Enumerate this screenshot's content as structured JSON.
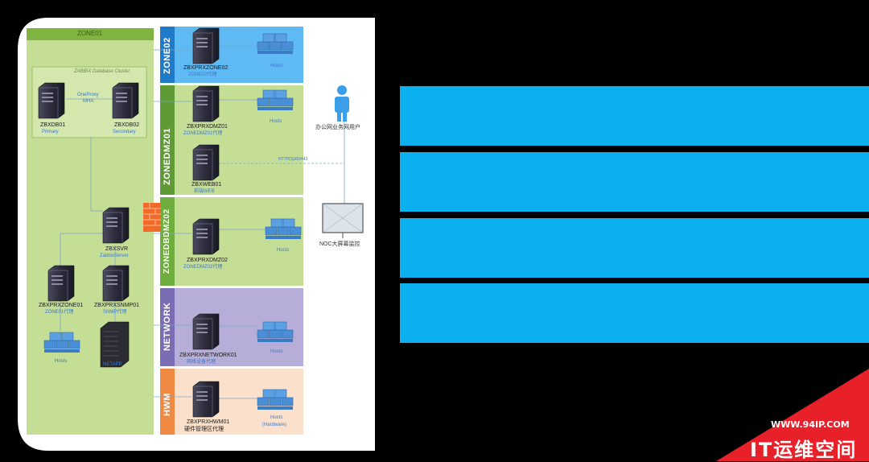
{
  "zones": {
    "zone01": "ZONE01",
    "zone02": "ZONE02",
    "zonedmz01": "ZONEDMZ01",
    "zonedbdmz02": "ZONEDBDMZ02",
    "network": "NETWORK",
    "hwm": "HWM"
  },
  "cluster": {
    "title": "ZABBIX Database Cluster",
    "link_line1": "OneProxy",
    "link_line2": "MHA"
  },
  "servers": {
    "zbxdb01": {
      "name": "ZBXDB01",
      "sub": "Primary"
    },
    "zbxdb02": {
      "name": "ZBXDB02",
      "sub": "Secondary"
    },
    "zbxsvr": {
      "name": "ZBXSVR",
      "sub": "ZabbixServer"
    },
    "zbxprxzone01": {
      "name": "ZBXPRXZONE01",
      "sub": "ZONE01代理"
    },
    "zbxprxsnmp01": {
      "name": "ZBXPRXSNMP01",
      "sub": "SNMP代理"
    },
    "zbxprxzone02": {
      "name": "ZBXPRXZONE02",
      "sub": "ZONE02代理"
    },
    "zbxprxdmz01": {
      "name": "ZBXPRXDMZ01",
      "sub": "ZONEDMZ01代理"
    },
    "zbxweb01": {
      "name": "ZBXWEB01",
      "sub": "前端WEB"
    },
    "zbxprxdmz02": {
      "name": "ZBXPRXDMZ02",
      "sub": "ZONEDMZ02代理"
    },
    "zbxprxnetwork01": {
      "name": "ZBXPRXNETWORK01",
      "sub": "网络设备代理"
    },
    "zbxprxhwm01": {
      "name": "ZBXPRXHWM01",
      "sub": "硬件管理区代理"
    }
  },
  "hosts": {
    "zone01": "Hosts",
    "zone02": "Hosts",
    "dmz01": "Hosts",
    "dmz02": "Hosts",
    "network": "Hosts",
    "hwm": "Hosts",
    "hwm_sub": "(Hardware)"
  },
  "netapp": "NETAPP",
  "office_user": "办公网业务网用户",
  "noc": "NOC大屏幕监控",
  "web_link": "HTTP(S)/80/443",
  "colors": {
    "zone01_bg": "#c5de96",
    "zone02_bg": "#5fb9f3",
    "dmz01_bg": "#c5de96",
    "dmz02_bg": "#c5de96",
    "network_bg": "#b6aed8",
    "hwm_bg": "#fbe1cc",
    "panel": "#0bb0ee"
  },
  "watermark": {
    "url": "WWW.94IP.COM",
    "brand": "IT运维空间"
  }
}
